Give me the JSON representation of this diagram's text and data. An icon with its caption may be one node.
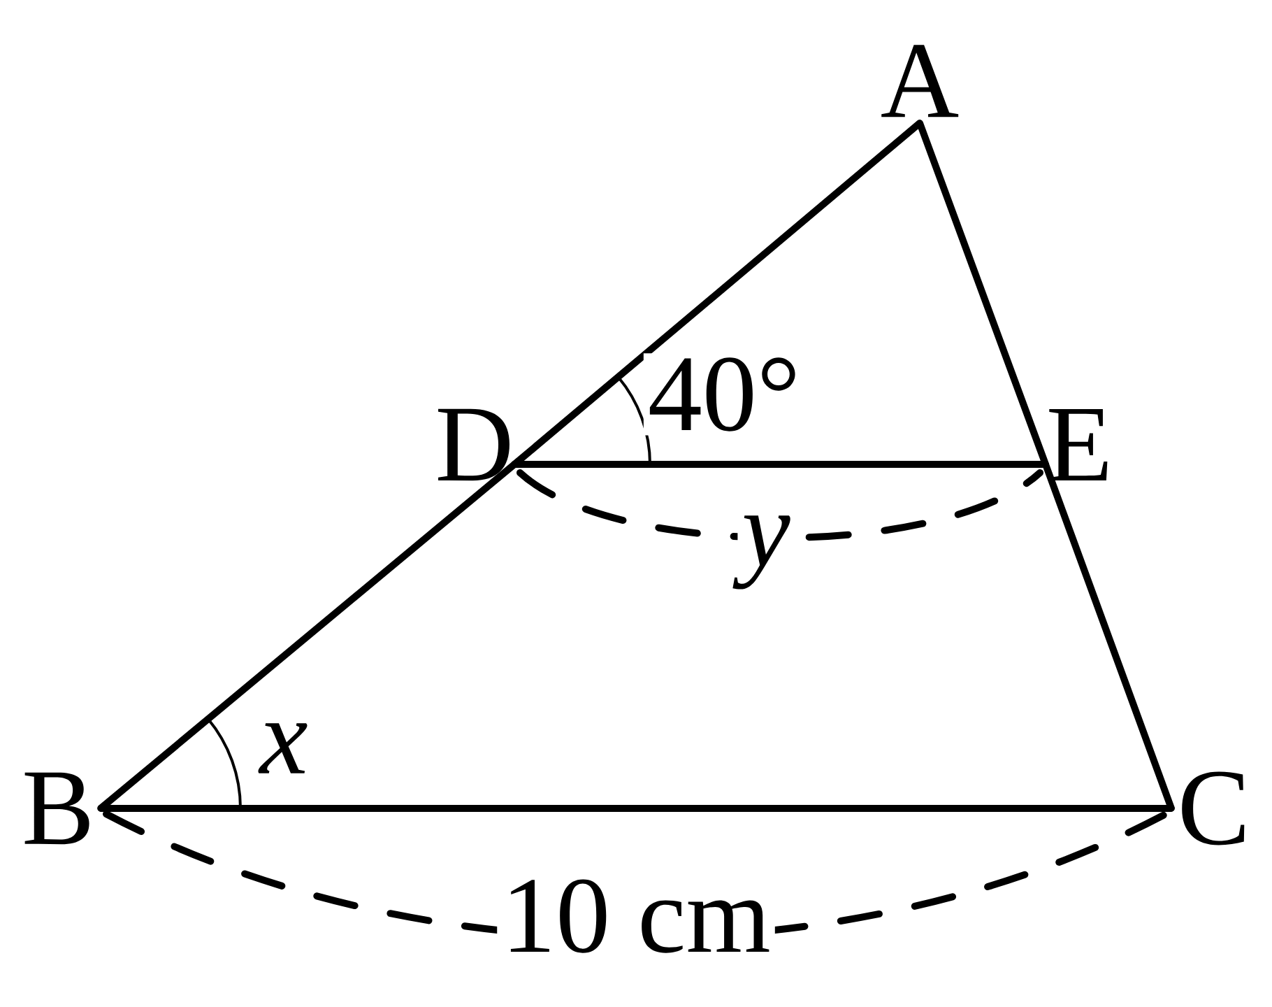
{
  "diagram": {
    "nodes": [
      {
        "text": [
          "A"
        ]
      },
      {
        "text": [
          "B"
        ]
      },
      {
        "text": [
          "C"
        ]
      },
      {
        "text": [
          "D"
        ]
      },
      {
        "text": [
          "E"
        ]
      }
    ],
    "edges": [
      {
        "from": 0,
        "to": 3,
        "arrow": "none"
      },
      {
        "from": 3,
        "to": 1,
        "arrow": "none"
      },
      {
        "from": 0,
        "to": 4,
        "arrow": "none"
      },
      {
        "from": 4,
        "to": 2,
        "arrow": "none"
      },
      {
        "from": 1,
        "to": 2,
        "arrow": "none"
      },
      {
        "from": 3,
        "to": 4,
        "arrow": "none"
      }
    ],
    "labels": [
      "40°",
      "y",
      "x",
      "10 cm"
    ]
  }
}
